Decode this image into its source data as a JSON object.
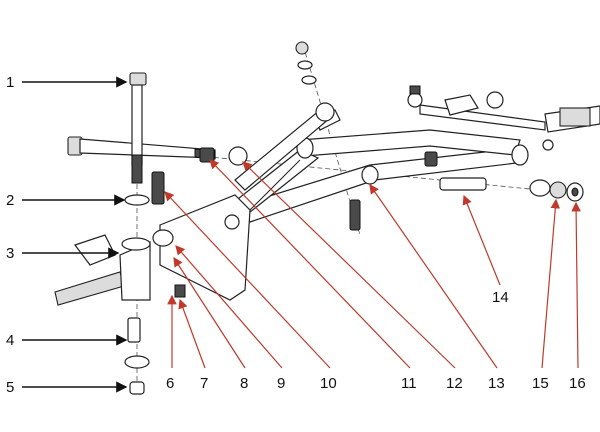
{
  "colors": {
    "callout_black": "#111111",
    "callout_red": "#c0392b",
    "line_art": "#222222"
  },
  "callouts_left": [
    {
      "number": "1"
    },
    {
      "number": "2"
    },
    {
      "number": "3"
    },
    {
      "number": "4"
    },
    {
      "number": "5"
    }
  ],
  "callouts_bottom": [
    {
      "number": "6"
    },
    {
      "number": "7"
    },
    {
      "number": "8"
    },
    {
      "number": "9"
    },
    {
      "number": "10"
    },
    {
      "number": "11"
    },
    {
      "number": "12"
    },
    {
      "number": "13"
    },
    {
      "number": "14"
    },
    {
      "number": "15"
    },
    {
      "number": "16"
    }
  ]
}
